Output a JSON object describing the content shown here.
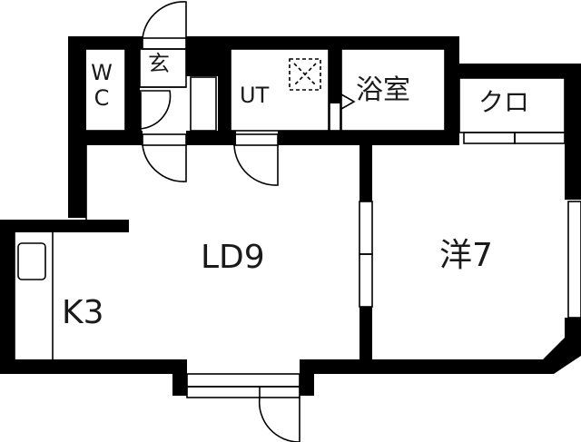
{
  "floor_plan": {
    "rooms": [
      {
        "id": "wc",
        "label": "W\nC",
        "line1": "W",
        "line2": "C",
        "type": "toilet"
      },
      {
        "id": "genkan",
        "label": "玄",
        "type": "entrance"
      },
      {
        "id": "ut",
        "label": "UT",
        "type": "utility"
      },
      {
        "id": "bath",
        "label": "浴室",
        "type": "bathroom"
      },
      {
        "id": "closet",
        "label": "クロ",
        "type": "closet"
      },
      {
        "id": "ld",
        "label": "LD9",
        "type": "living-dining"
      },
      {
        "id": "western",
        "label": "洋7",
        "type": "western-room"
      },
      {
        "id": "kitchen",
        "label": "K3",
        "type": "kitchen"
      }
    ],
    "symbols": [
      "ventilation-fan-icon",
      "sink-icon",
      "door-swing-icon",
      "sliding-door-icon",
      "window-icon"
    ],
    "colors": {
      "wall": "#000000",
      "background": "#ffffff",
      "line": "#000000"
    }
  }
}
